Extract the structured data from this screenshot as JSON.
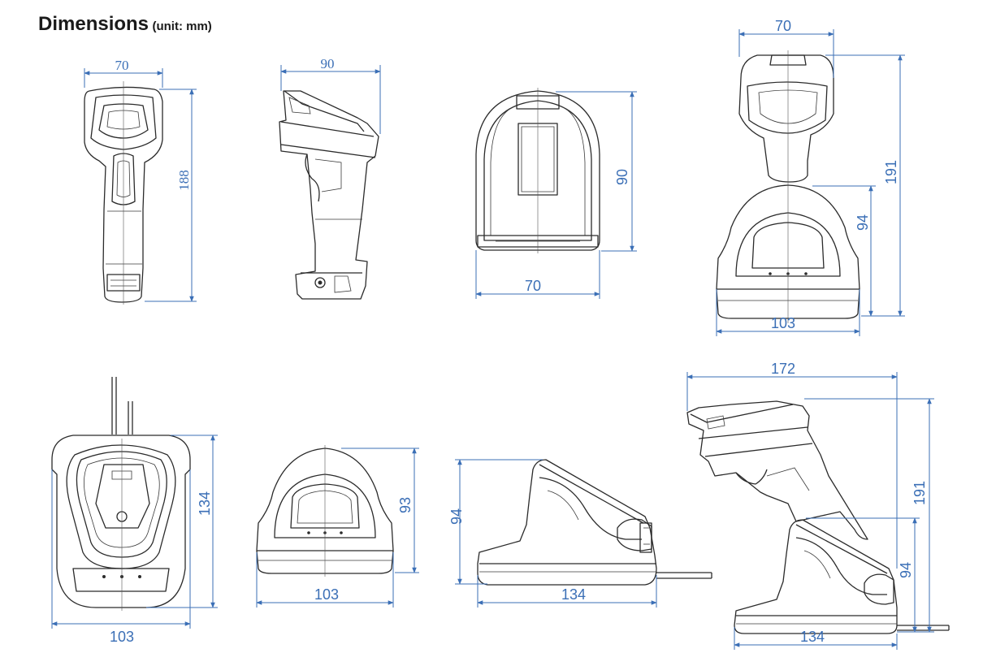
{
  "title": {
    "main": "Dimensions",
    "unit": "(unit: mm)"
  },
  "colors": {
    "dimension": "#3b6fb6",
    "outline": "#2b2b2b",
    "title": "#1a1a1a"
  },
  "views": [
    {
      "id": "scanner-front",
      "dimensions": {
        "width": "70",
        "height": "188"
      }
    },
    {
      "id": "scanner-side",
      "dimensions": {
        "depth": "90"
      }
    },
    {
      "id": "scanner-top",
      "dimensions": {
        "width": "70",
        "height": "90"
      }
    },
    {
      "id": "scanner-in-cradle-front",
      "dimensions": {
        "top_width": "70",
        "total_height": "191",
        "cradle_height": "94",
        "base_width": "103"
      }
    },
    {
      "id": "cradle-top",
      "dimensions": {
        "depth": "134",
        "width": "103"
      }
    },
    {
      "id": "cradle-front",
      "dimensions": {
        "height": "93",
        "width": "103"
      }
    },
    {
      "id": "cradle-side",
      "dimensions": {
        "height": "94",
        "length": "134"
      }
    },
    {
      "id": "scanner-in-cradle-side",
      "dimensions": {
        "total_length": "172",
        "total_height": "191",
        "cradle_height": "94",
        "base_length": "134"
      }
    }
  ]
}
